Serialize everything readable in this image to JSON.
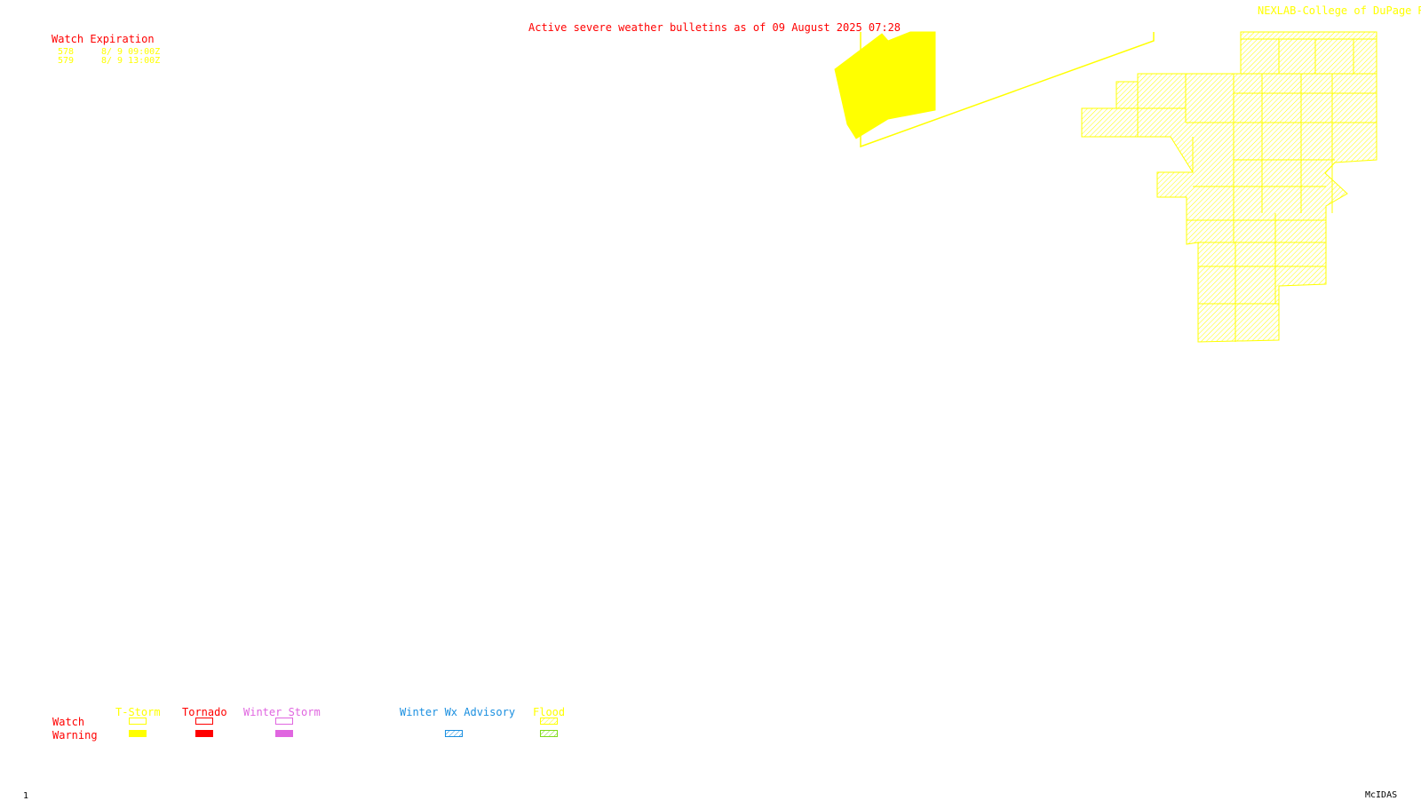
{
  "header": {
    "title": "Active severe weather bulletins as of 09 August 2025 07:28",
    "credit": "NEXLAB-College of DuPage R"
  },
  "watch_list": {
    "heading": "Watch Expiration",
    "rows": [
      {
        "number": "578",
        "expiration": "8/ 9 09:00Z"
      },
      {
        "number": "579",
        "expiration": "8/ 9 13:00Z"
      }
    ]
  },
  "legend": {
    "row_labels": {
      "watch": "Watch",
      "warning": "Warning"
    },
    "columns": [
      {
        "label": "T-Storm",
        "color": "#ffff00",
        "watch_style": "outline",
        "warning_style": "solid"
      },
      {
        "label": "Tornado",
        "color": "#ff0000",
        "watch_style": "outline",
        "warning_style": "solid"
      },
      {
        "label": "Winter Storm",
        "color": "#e066e0",
        "watch_style": "outline",
        "warning_style": "solid"
      },
      {
        "label": "Winter Wx Advisory",
        "color": "#1a8fe0",
        "watch_style": "none",
        "warning_style": "hatched"
      },
      {
        "label": "Flood",
        "color": "#ffff00",
        "watch_style": "hatched",
        "warning_style": "hatched",
        "warning_color": "#7fdc1a"
      }
    ]
  },
  "footer": {
    "frame_number": "1",
    "software": "McIDAS"
  },
  "colors": {
    "title_red": "#ff0000",
    "watch_yellow": "#ffff00",
    "background": "#ffffff"
  }
}
